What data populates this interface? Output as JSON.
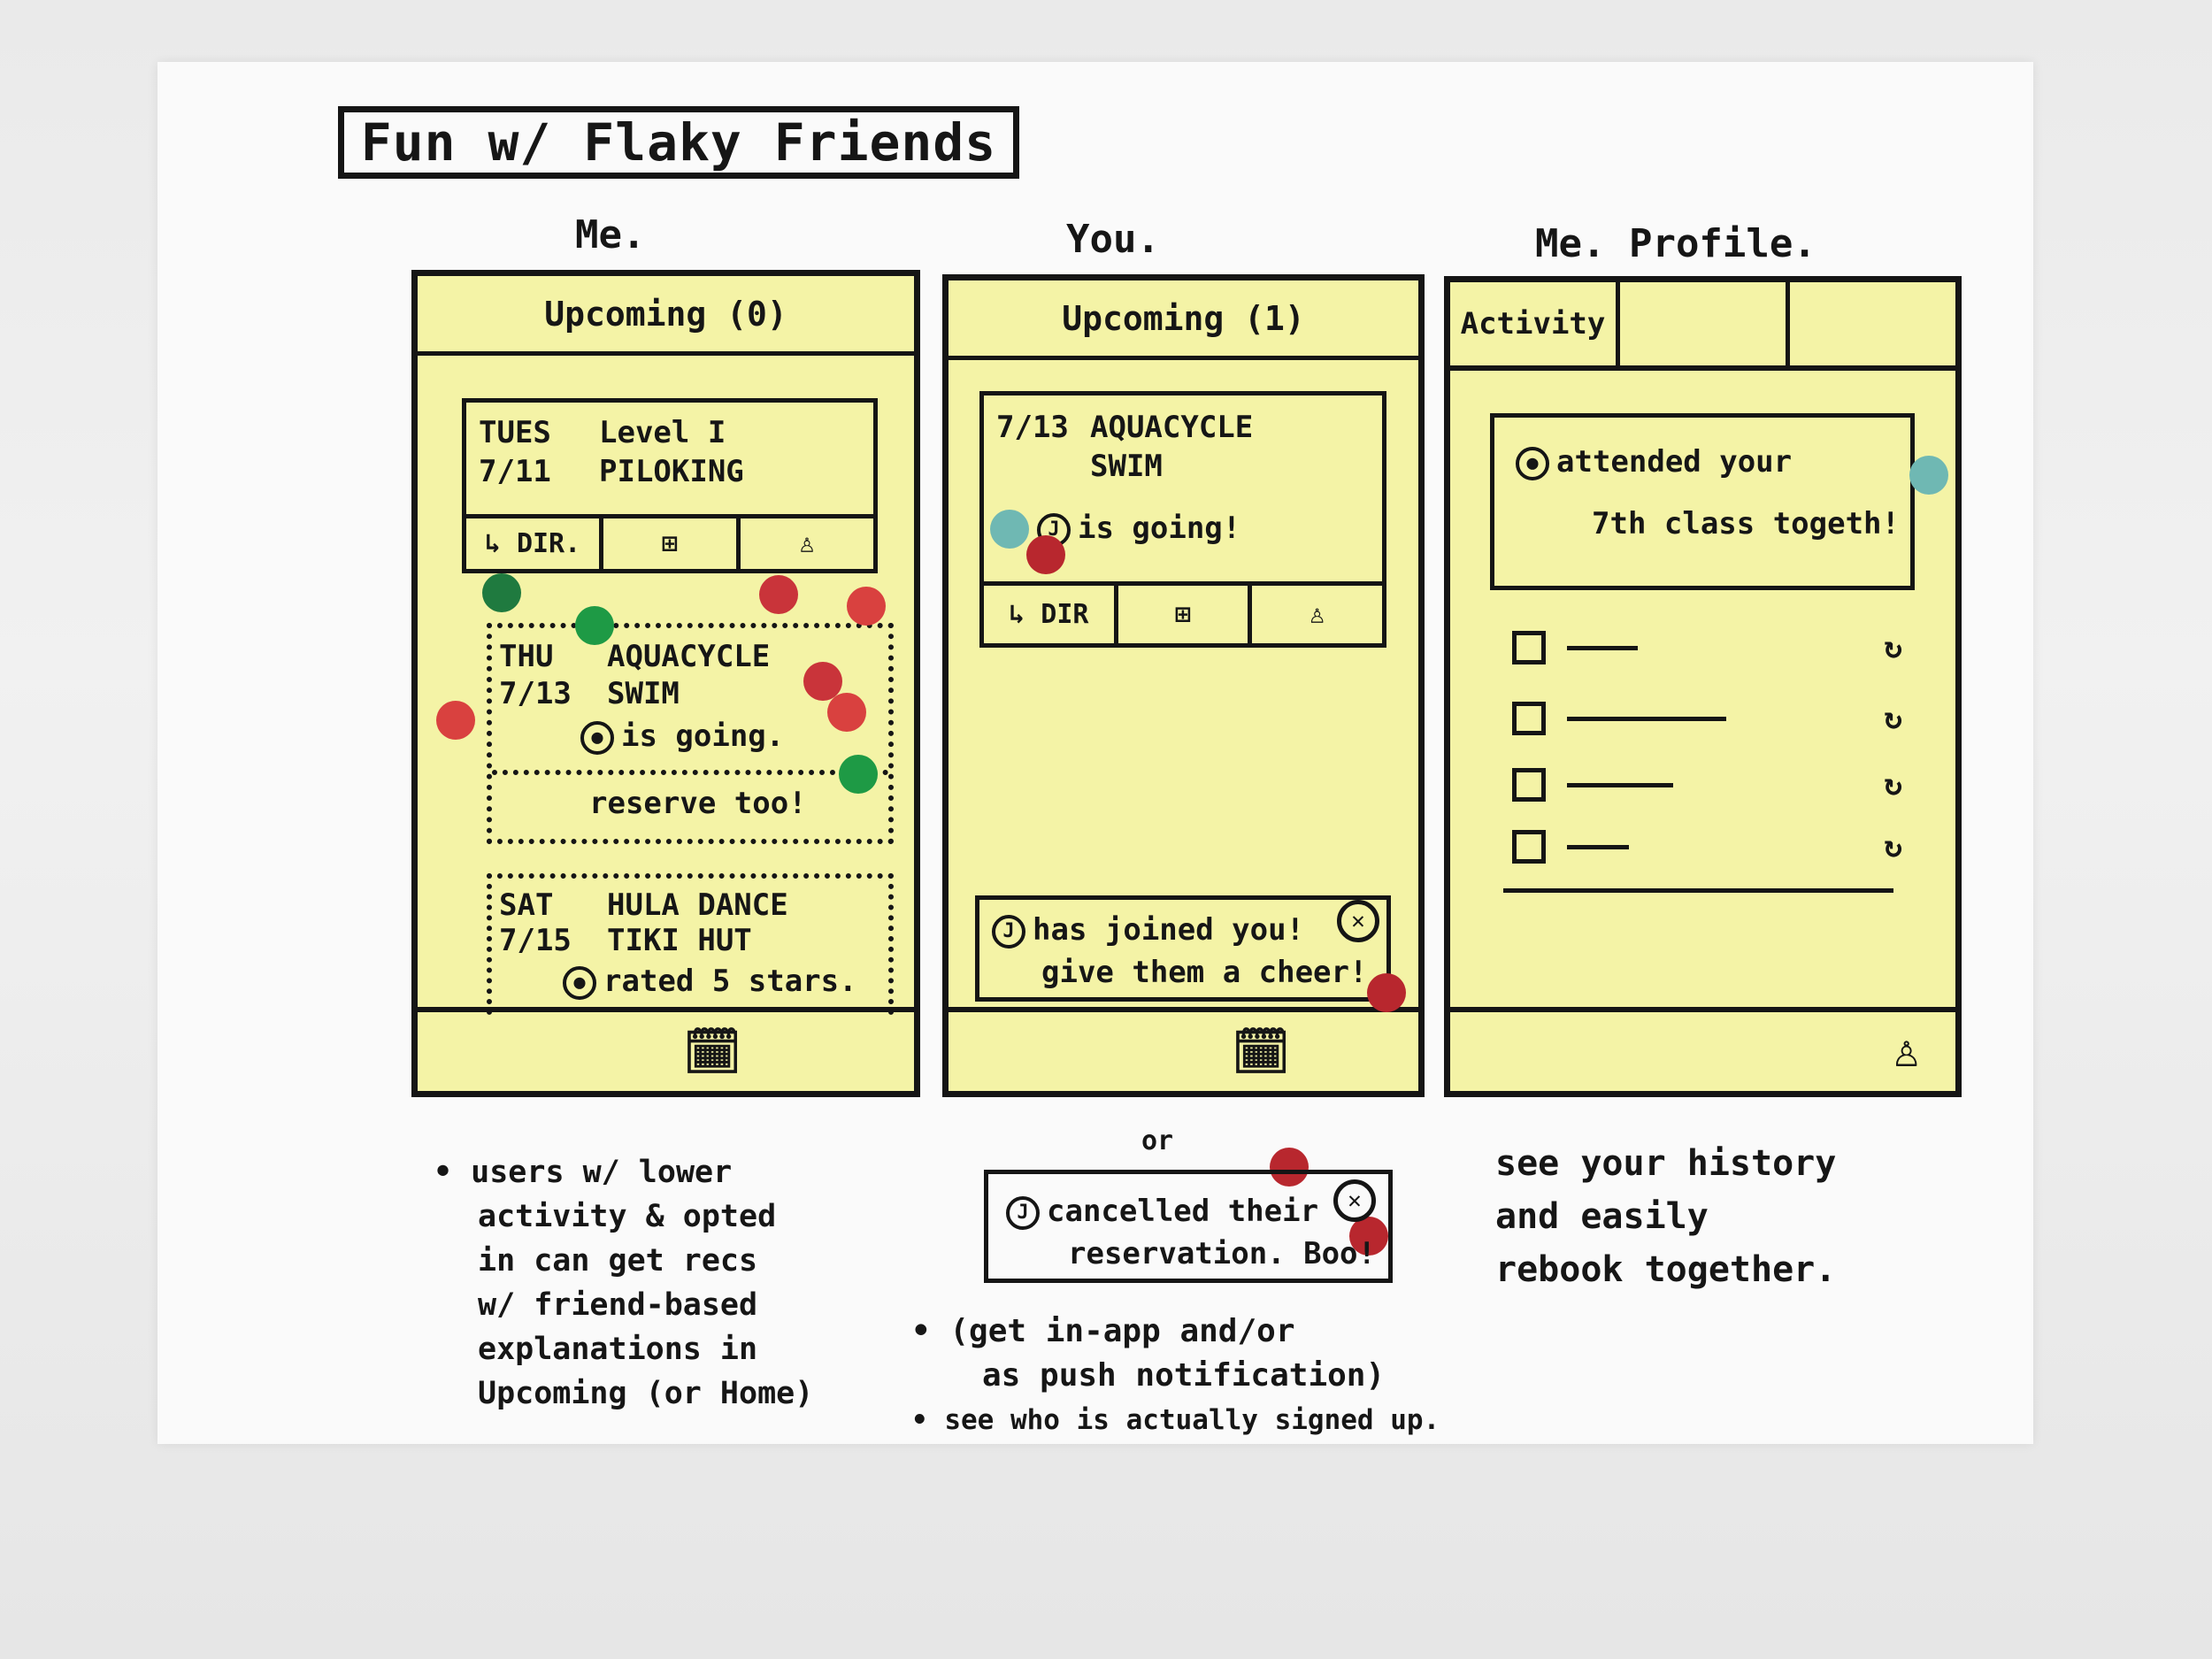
{
  "title": "Fun w/ Flaky Friends",
  "columns": {
    "me": "Me.",
    "you": "You.",
    "profile": "Me. Profile."
  },
  "phone1": {
    "header": "Upcoming (0)",
    "card1": {
      "day": "TUES",
      "date": "7/11",
      "line1": "Level I",
      "line2": "PILOKING",
      "dir": "DIR."
    },
    "card2": {
      "day": "THU",
      "date": "7/13",
      "line1": "AQUACYCLE",
      "line2": "SWIM",
      "status": "is going.",
      "cta": "reserve too!"
    },
    "card3": {
      "day": "SAT",
      "date": "7/15",
      "line1": "HULA DANCE",
      "line2": "TIKI HUT",
      "status": "rated 5 stars."
    }
  },
  "phone2": {
    "header": "Upcoming (1)",
    "card": {
      "date": "7/13",
      "line1": "AQUACYCLE",
      "line2": "SWIM",
      "status": "is going!",
      "dir": "DIR"
    },
    "toast_line1": "has joined you!",
    "toast_line2": "give them a cheer!"
  },
  "phone3": {
    "tab1": "Activity",
    "message_line1": "attended your",
    "message_line2": "7th class togeth!"
  },
  "notes": {
    "left": [
      "users w/ lower",
      "activity & opted",
      "in can get recs",
      "w/ friend-based",
      "explanations in",
      "Upcoming (or Home)"
    ],
    "or": "or",
    "cancel_line1": "cancelled their",
    "cancel_line2": "reservation. Boo!",
    "center_line1": "(get in-app and/or",
    "center_line2": "as push notification)",
    "center_line3": "see who is actually signed up.",
    "right": [
      "see your history",
      "and easily",
      "rebook together."
    ]
  },
  "colors": {
    "sticky": "#f4f3a6",
    "red": "#c9343a",
    "green": "#1e8f3f",
    "teal": "#6fb8b3"
  }
}
